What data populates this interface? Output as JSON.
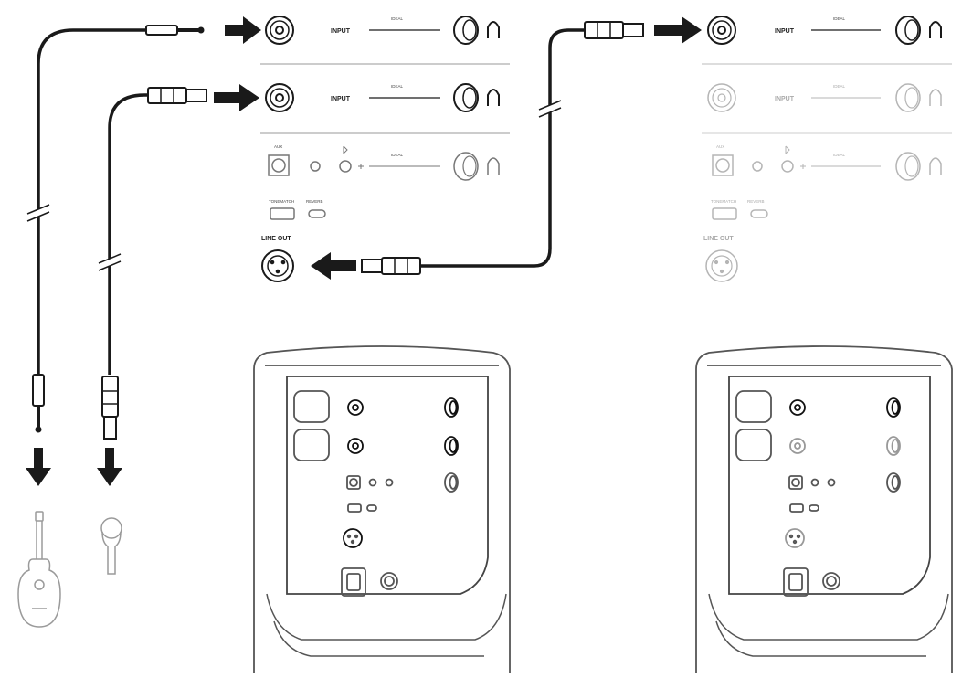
{
  "panels": [
    {
      "id": "left",
      "channels": [
        {
          "label": "INPUT",
          "trim_label": "IDEAL",
          "active": true
        },
        {
          "label": "INPUT",
          "trim_label": "IDEAL",
          "active": true
        },
        {
          "label": "AUX",
          "trim_label": "IDEAL",
          "active": false
        }
      ],
      "button_labels": [
        "TONEMATCH",
        "REVERB"
      ],
      "line_out_label": "LINE OUT"
    },
    {
      "id": "right",
      "channels": [
        {
          "label": "INPUT",
          "trim_label": "IDEAL",
          "active": true
        },
        {
          "label": "INPUT",
          "trim_label": "IDEAL",
          "active": false
        },
        {
          "label": "AUX",
          "trim_label": "IDEAL",
          "active": false
        }
      ],
      "button_labels": [
        "TONEMATCH",
        "REVERB"
      ],
      "line_out_label": "LINE OUT"
    }
  ],
  "sources": [
    {
      "icon": "guitar-icon",
      "cable": "quarter-inch-cable"
    },
    {
      "icon": "microphone-icon",
      "cable": "xlr-cable"
    }
  ],
  "speakers": [
    {
      "icon": "speaker-rear-icon",
      "active_inputs": 2
    },
    {
      "icon": "speaker-rear-icon",
      "active_inputs": 1
    }
  ],
  "colors": {
    "line": "#1a1a1a",
    "faded": "#b5b5b5",
    "background": "#ffffff"
  }
}
